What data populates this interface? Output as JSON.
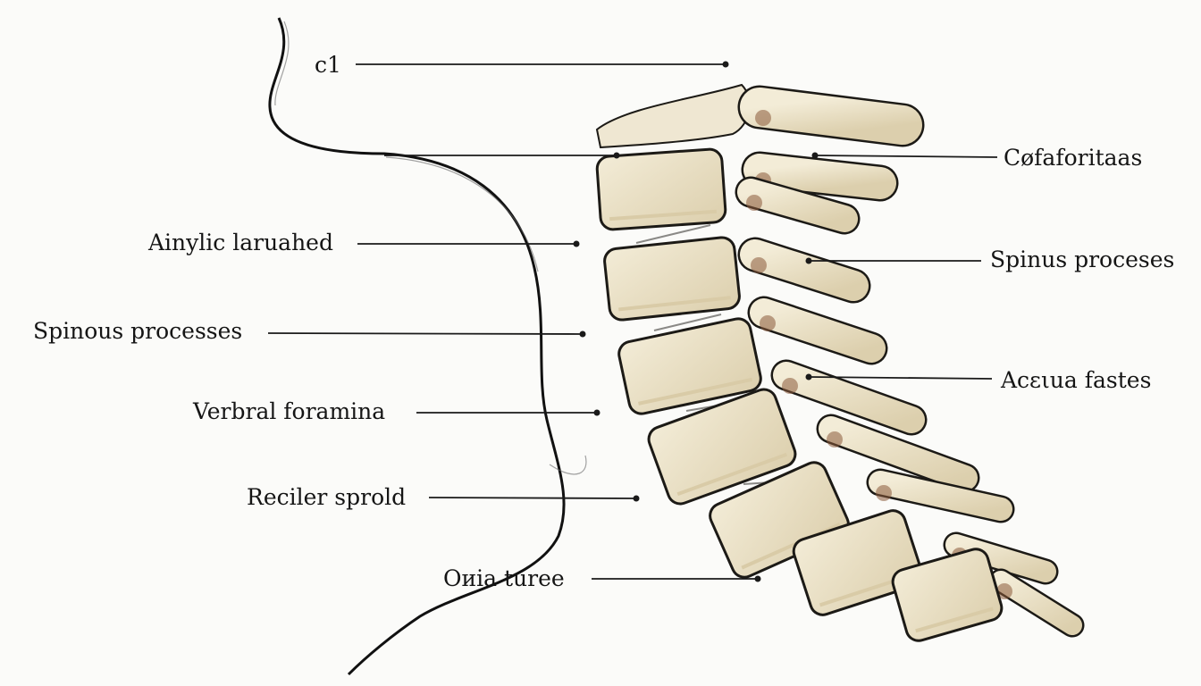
{
  "labels": {
    "c1": "c1",
    "left_1": "Ainylic laruahed",
    "left_2": "Spinous processes",
    "left_3": "Verbral foramina",
    "left_4": "Reciler sprold",
    "left_5": "Oиia turee",
    "right_1": "Cøfaforitaas",
    "right_2": "Spinus proceses",
    "right_3": "Acειua fastes"
  },
  "colors": {
    "bone_fill": "#ece2c8",
    "bone_shade": "#d9cba7",
    "outline": "#1c1a16",
    "disc": "#8a5a3a",
    "leader": "#1a1a1a"
  }
}
